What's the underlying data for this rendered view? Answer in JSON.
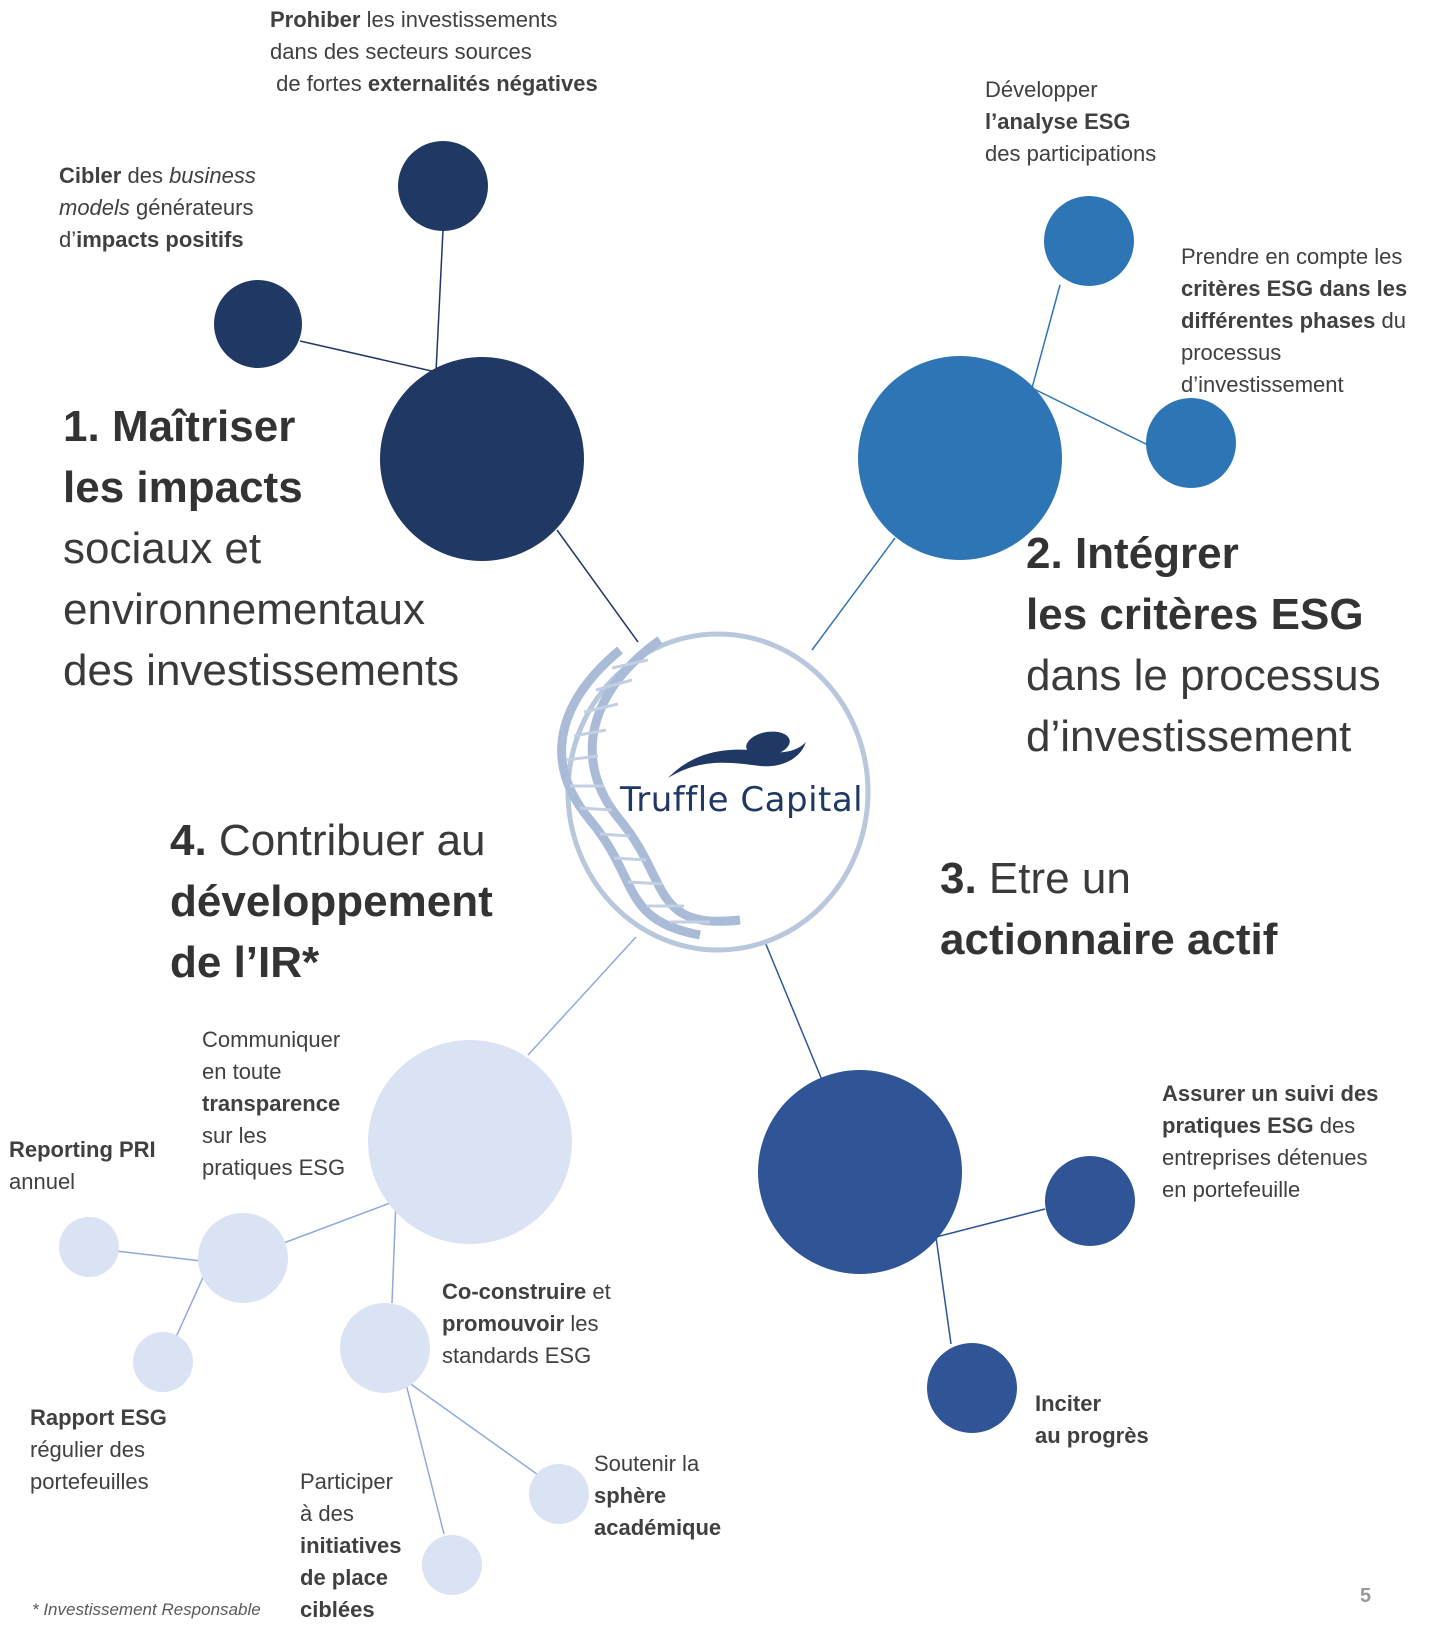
{
  "colors": {
    "pillar1": "#203864",
    "pillar2": "#2e75b6",
    "pillar3": "#2f5597",
    "pillar4": "#dae3f3",
    "pillar4_line": "#8faadc",
    "text": "#404040"
  },
  "center": {
    "logo_name": "Truffle Capital",
    "logo_icon": "dna-helix-ring-icon"
  },
  "pillar1": {
    "num": "1.",
    "bold_a": "Maîtriser",
    "bold_b": "les impacts",
    "line3": "sociaux et",
    "line4": "environnementaux",
    "line5": "des investissements",
    "sub_prohiber": {
      "b1": "Prohiber",
      "t1": " les investissements",
      "t2": "dans des secteurs  sources",
      "t3": " de fortes ",
      "b2": "externalités négatives"
    },
    "sub_cibler": {
      "b1": "Cibler",
      "t1": " des ",
      "i1": "business",
      "i2": "models",
      "t2": " générateurs",
      "t3": "d’",
      "b2": "impacts positifs"
    }
  },
  "pillar2": {
    "num": "2.",
    "bold_a": "Intégrer",
    "bold_b": "les critères ESG",
    "line3": "dans le processus",
    "line4": "d’investissement",
    "sub_analyse": {
      "t1": "Développer",
      "b1": "l’analyse ESG",
      "t2": "des participations"
    },
    "sub_criteres": {
      "t1": "Prendre en compte les",
      "b1": "critères ESG dans les",
      "b2": "différentes phases",
      "t2": " du",
      "t3": "processus",
      "t4": "d’investissement"
    }
  },
  "pillar3": {
    "num": "3.",
    "t1": " Etre un",
    "bold_b": "actionnaire actif",
    "sub_suivi": {
      "b1": "Assurer un suivi des",
      "b2": "pratiques ESG",
      "t1": " des",
      "t2": "entreprises détenues",
      "t3": "en portefeuille"
    },
    "sub_inciter": {
      "b1": "Inciter",
      "b2": "au progrès"
    }
  },
  "pillar4": {
    "num": "4.",
    "t1": " Contribuer au",
    "bold_b": "développement",
    "bold_c": "de l’IR*",
    "sub_communiquer": {
      "t1": "Communiquer",
      "t2": "en toute",
      "b1": "transparence",
      "t3": "sur les",
      "t4": "pratiques ESG"
    },
    "sub_reporting": {
      "b1": "Reporting PRI",
      "t1": "annuel"
    },
    "sub_rapport": {
      "b1": "Rapport ESG",
      "t1": "régulier des",
      "t2": "portefeuilles"
    },
    "sub_coconstruire": {
      "b1": "Co-construire",
      "t1": " et",
      "b2": "promouvoir",
      "t2": " les",
      "t3": "standards ESG"
    },
    "sub_soutenir": {
      "t1": "Soutenir la",
      "b1": "sphère",
      "b2": "académique"
    },
    "sub_participer": {
      "t1": "Participer",
      "t2": "à des",
      "b1": "initiatives",
      "b2": "de place",
      "b3": "ciblées"
    }
  },
  "footnote": "* Investissement Responsable",
  "page_number": "5"
}
